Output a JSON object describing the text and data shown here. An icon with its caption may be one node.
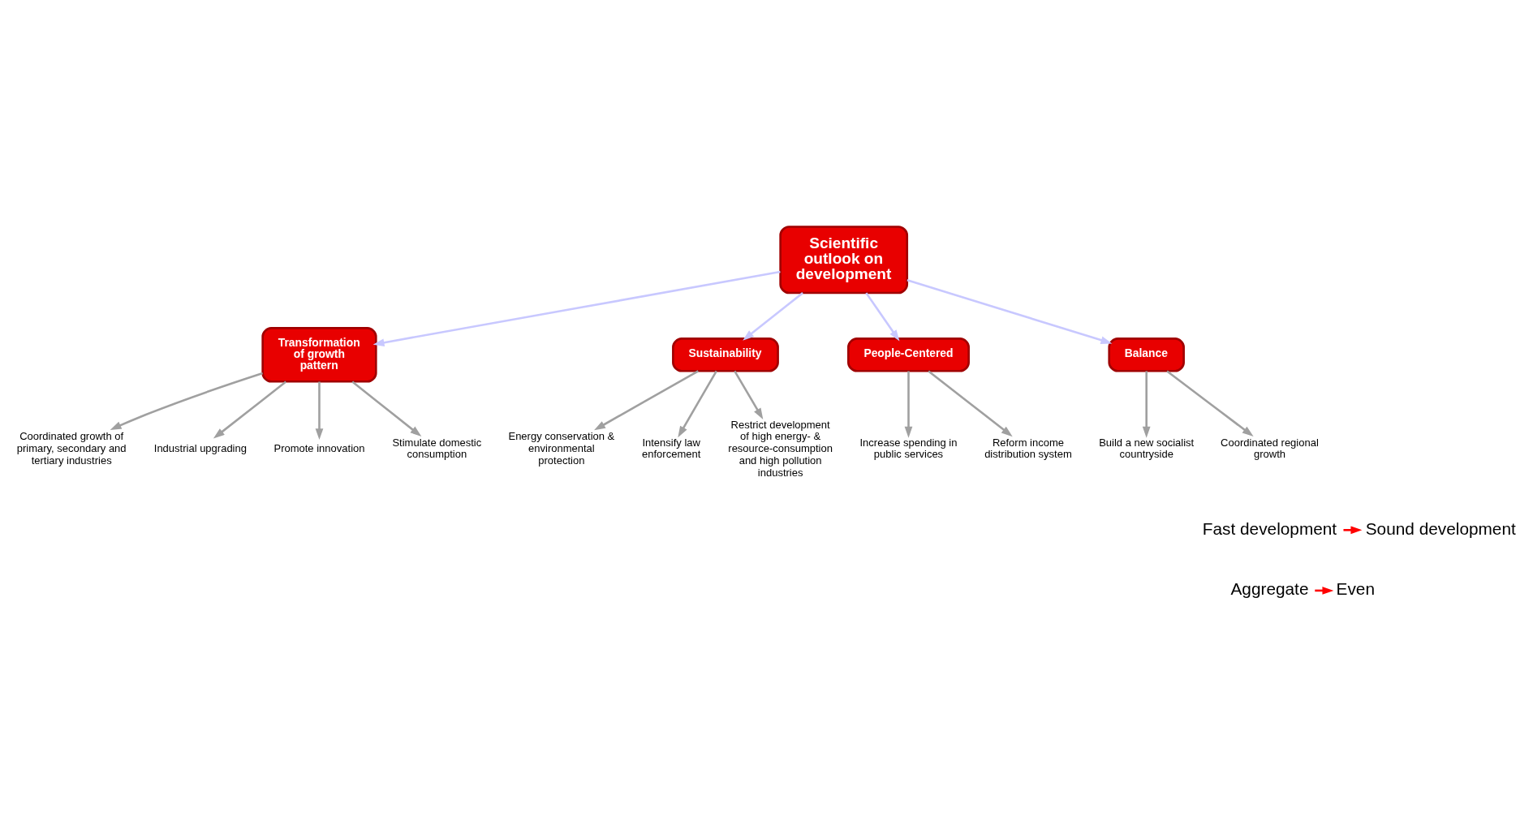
{
  "diagram": {
    "nodes": [
      {
        "text": [
          "Scientific outlook on development"
        ]
      },
      {
        "text": [
          "Transformation of growth pattern"
        ]
      },
      {
        "text": [
          "Sustainability"
        ]
      },
      {
        "text": [
          "People-Centered"
        ]
      },
      {
        "text": [
          "Balance"
        ]
      },
      {
        "text": [
          "Coordinated growth of primary, secondary and tertiary industries"
        ]
      },
      {
        "text": [
          "Industrial upgrading"
        ]
      },
      {
        "text": [
          "Promote innovation"
        ]
      },
      {
        "text": [
          "Stimulate domestic consumption"
        ]
      },
      {
        "text": [
          "Energy conservation & environmental protection"
        ]
      },
      {
        "text": [
          "Intensify law enforcement"
        ]
      },
      {
        "text": [
          "Restrict development of high energy- & resource-consumption and high pollution industries"
        ]
      },
      {
        "text": [
          "Increase spending in public services"
        ]
      },
      {
        "text": [
          "Reform income distribution system"
        ]
      },
      {
        "text": [
          "Build a new socialist countryside"
        ]
      },
      {
        "text": [
          "Coordinated regional growth"
        ]
      },
      {
        "text": [
          "Fast development"
        ]
      },
      {
        "text": [
          "Sound development"
        ]
      },
      {
        "text": [
          "Aggregate"
        ]
      },
      {
        "text": [
          "Even"
        ]
      }
    ],
    "edges": [
      {
        "from": 0,
        "to": 1,
        "arrow": "to",
        "color": "#c8c8ff"
      },
      {
        "from": 0,
        "to": 2,
        "arrow": "to",
        "color": "#c8c8ff"
      },
      {
        "from": 0,
        "to": 3,
        "arrow": "to",
        "color": "#c8c8ff"
      },
      {
        "from": 0,
        "to": 4,
        "arrow": "to",
        "color": "#c8c8ff"
      },
      {
        "from": 1,
        "to": 5,
        "arrow": "to"
      },
      {
        "from": 1,
        "to": 6,
        "arrow": "to"
      },
      {
        "from": 1,
        "to": 7,
        "arrow": "to"
      },
      {
        "from": 1,
        "to": 8,
        "arrow": "to"
      },
      {
        "from": 2,
        "to": 9,
        "arrow": "to"
      },
      {
        "from": 2,
        "to": 10,
        "arrow": "to"
      },
      {
        "from": 2,
        "to": 11,
        "arrow": "to"
      },
      {
        "from": 3,
        "to": 12,
        "arrow": "to"
      },
      {
        "from": 3,
        "to": 13,
        "arrow": "to"
      },
      {
        "from": 4,
        "to": 14,
        "arrow": "to"
      },
      {
        "from": 4,
        "to": 15,
        "arrow": "to"
      },
      {
        "from": 16,
        "to": 17,
        "arrow": "to",
        "color": "#ff0000"
      },
      {
        "from": 18,
        "to": 19,
        "arrow": "to",
        "color": "#ff0000"
      }
    ]
  }
}
